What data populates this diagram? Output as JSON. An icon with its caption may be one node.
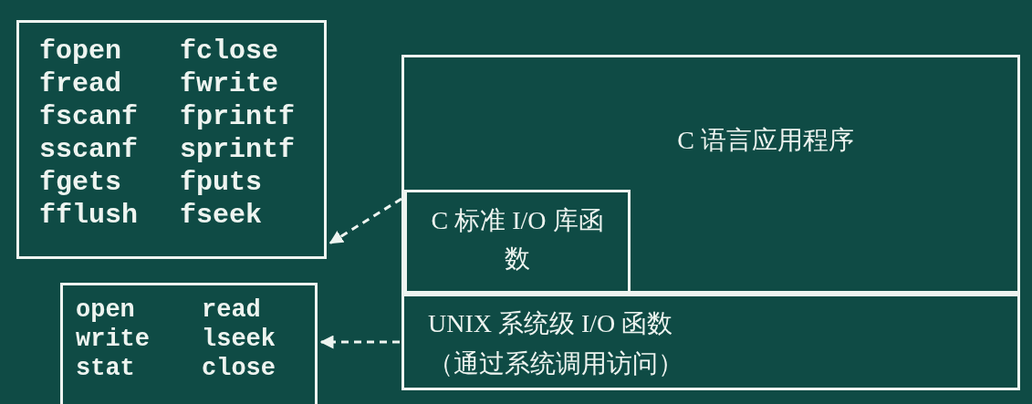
{
  "diagram": {
    "nodes": [
      {
        "text": [
          "fopen",
          "fclose",
          "fread",
          "fwrite",
          "fscanf",
          "fprintf",
          "sscanf",
          "sprintf",
          "fgets",
          "fputs",
          "fflush",
          "fseek"
        ]
      },
      {
        "text": [
          "C 语言应用程序"
        ]
      },
      {
        "text": [
          "C 标准 I/O 库函数"
        ],
        "in": 1
      },
      {
        "text": [
          "open",
          "read",
          "write",
          "lseek",
          "stat",
          "close"
        ]
      },
      {
        "text": [
          "UNIX 系统级 I/O 函数",
          "（通过系统调用访问）"
        ]
      }
    ],
    "edges": [
      {
        "from": 2,
        "to": 0,
        "arrow": "to",
        "style": "dashed"
      },
      {
        "from": 4,
        "to": 3,
        "arrow": "to",
        "style": "dashed"
      }
    ]
  }
}
